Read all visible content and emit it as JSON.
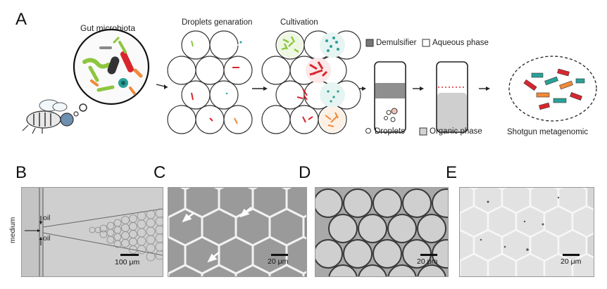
{
  "panels": {
    "a": {
      "letter": "A",
      "gut_label": "Gut microbiota",
      "droplets_label": "Droplets genaration",
      "cultivation_label": "Cultivation",
      "demulsifier_label": "Demulsifier",
      "aqueous_label": "Aqueous phase",
      "droplets_legend": "Droplets",
      "organic_label": "Organic phase",
      "shotgun_label": "Shotgun metagenomic"
    },
    "b": {
      "letter": "B",
      "oil_top": "oil",
      "oil_bottom": "oil",
      "medium": "medium",
      "scale": "100 μm"
    },
    "c": {
      "letter": "C",
      "scale": "20 μm"
    },
    "d": {
      "letter": "D",
      "scale": "20 μm"
    },
    "e": {
      "letter": "E",
      "scale": "20 μm"
    }
  },
  "colors": {
    "green": "#8dc63f",
    "red": "#d9262e",
    "teal": "#2aa198",
    "orange": "#f08a3a",
    "dark_gray": "#777777",
    "light_gray": "#d4d4d4"
  }
}
